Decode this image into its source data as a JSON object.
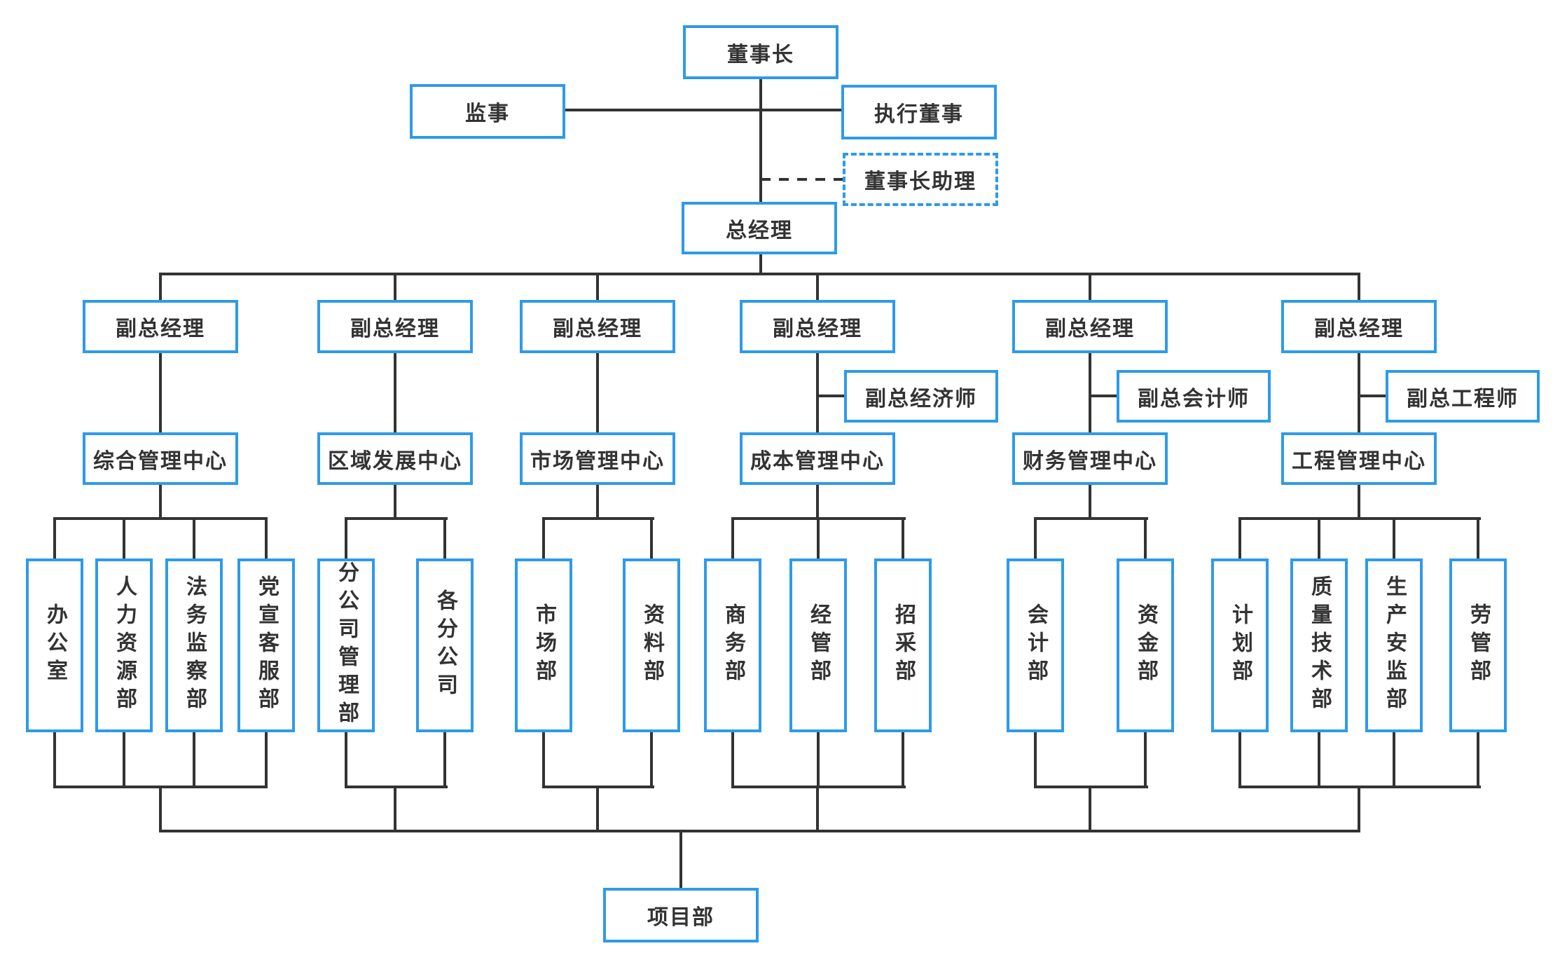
{
  "palette": {
    "box_border_blue": "#2E9AEA",
    "connector_dark": "#333333",
    "text": "#333333",
    "background": "#FFFFFF"
  },
  "top": {
    "chairman": "董事长",
    "supervisor": "监事",
    "executive_director": "执行董事",
    "chairman_assistant": "董事长助理",
    "general_manager": "总经理"
  },
  "branches": [
    {
      "deputy": "副总经理",
      "advisor": null,
      "center": "综合管理中心",
      "departments": [
        "办公室",
        "人力资源部",
        "法务监察部",
        "党宣客服部"
      ]
    },
    {
      "deputy": "副总经理",
      "advisor": null,
      "center": "区域发展中心",
      "departments": [
        "分公司管理部",
        "各分公司"
      ]
    },
    {
      "deputy": "副总经理",
      "advisor": null,
      "center": "市场管理中心",
      "departments": [
        "市场部",
        "资料部"
      ]
    },
    {
      "deputy": "副总经理",
      "advisor": "副总经济师",
      "center": "成本管理中心",
      "departments": [
        "商务部",
        "经管部",
        "招采部"
      ]
    },
    {
      "deputy": "副总经理",
      "advisor": "副总会计师",
      "center": "财务管理中心",
      "departments": [
        "会计部",
        "资金部"
      ]
    },
    {
      "deputy": "副总经理",
      "advisor": "副总工程师",
      "center": "工程管理中心",
      "departments": [
        "计划部",
        "质量技术部",
        "生产安监部",
        "劳管部"
      ]
    }
  ],
  "bottom": {
    "project_dept": "项目部"
  }
}
